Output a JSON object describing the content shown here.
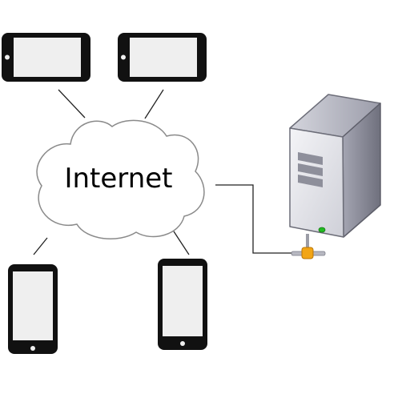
{
  "cloud": {
    "label": "Internet"
  },
  "icons": {
    "cloud": "cloud-icon",
    "phone": "smartphone-icon",
    "server": "server-tower-icon",
    "network_connector": "network-connector-icon"
  },
  "devices": [
    {
      "icon": "smartphone-icon",
      "orientation": "landscape"
    },
    {
      "icon": "smartphone-icon",
      "orientation": "landscape"
    },
    {
      "icon": "smartphone-icon",
      "orientation": "portrait"
    },
    {
      "icon": "smartphone-icon",
      "orientation": "portrait"
    }
  ],
  "colors": {
    "background": "#ffffff",
    "device_body": "#111111",
    "device_screen": "#efefef",
    "line": "#222222",
    "cloud_fill": "#ffffff",
    "cloud_stroke": "#8a8a8a",
    "server_front": "#e6e6ea",
    "server_side": "#8d8e9a",
    "server_top": "#b8b9c4",
    "server_led": "#22bb22",
    "connector": "#f2a516"
  }
}
